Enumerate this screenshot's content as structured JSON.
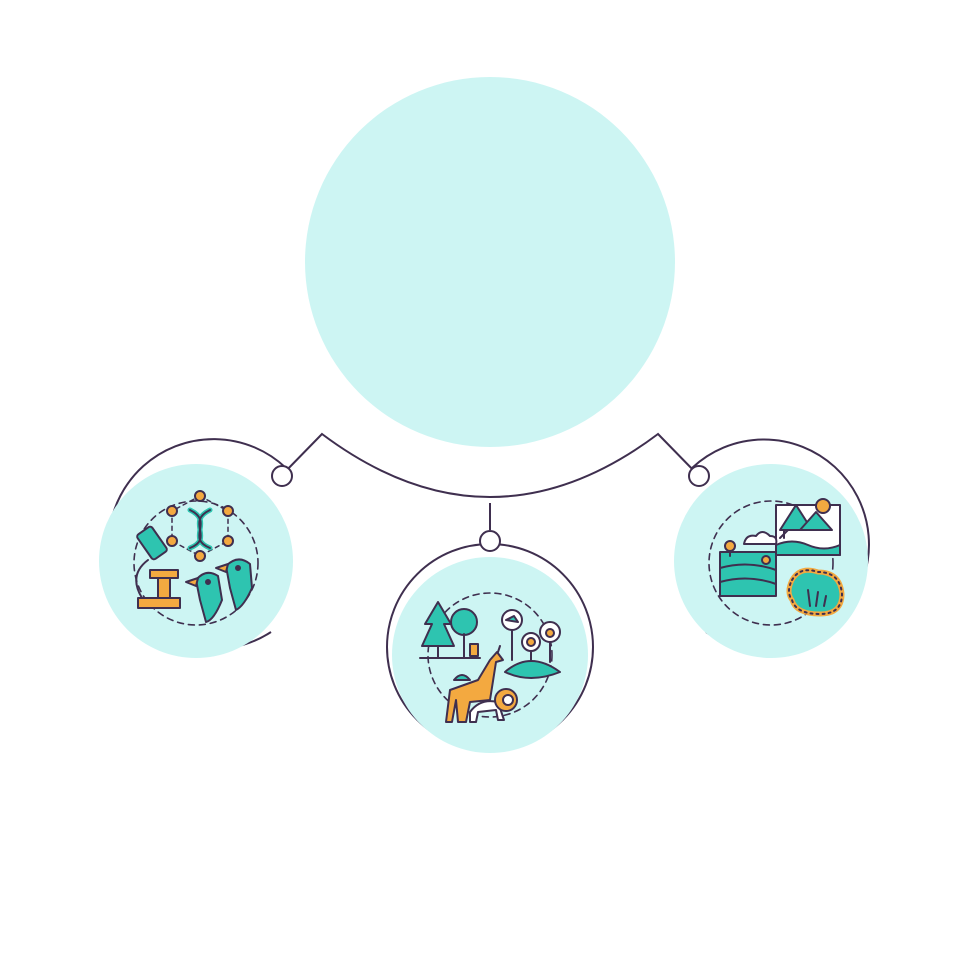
{
  "colors": {
    "background": "#ffffff",
    "circle_fill": "#cdf5f3",
    "line": "#3f2f4f",
    "icon_teal": "#2ec4b0",
    "icon_orange": "#f3a940"
  },
  "diagram": {
    "main_circle": {
      "text": ""
    },
    "nodes": [
      {
        "id": "genetic",
        "icon": "genetic-diversity-icon"
      },
      {
        "id": "species",
        "icon": "species-diversity-icon"
      },
      {
        "id": "ecosystem",
        "icon": "ecosystem-diversity-icon"
      }
    ]
  }
}
